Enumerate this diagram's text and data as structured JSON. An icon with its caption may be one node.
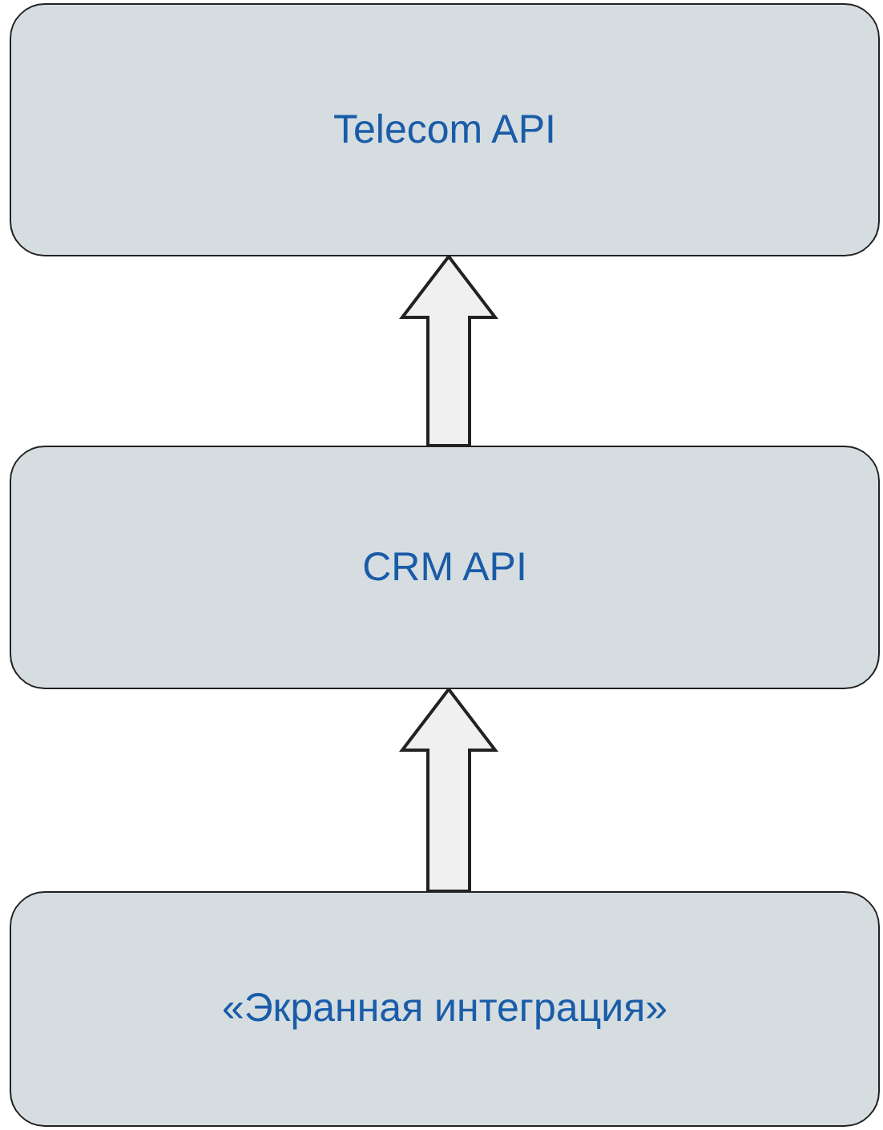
{
  "diagram": {
    "nodes": [
      {
        "text": [
          "Telecom API"
        ]
      },
      {
        "text": [
          "CRM API"
        ]
      },
      {
        "text": [
          "«Экранная интеграция»"
        ]
      }
    ],
    "edges": [
      {
        "from": 1,
        "to": 0,
        "arrow": "to",
        "style": "thick"
      },
      {
        "from": 2,
        "to": 1,
        "arrow": "to",
        "style": "thick"
      }
    ]
  }
}
